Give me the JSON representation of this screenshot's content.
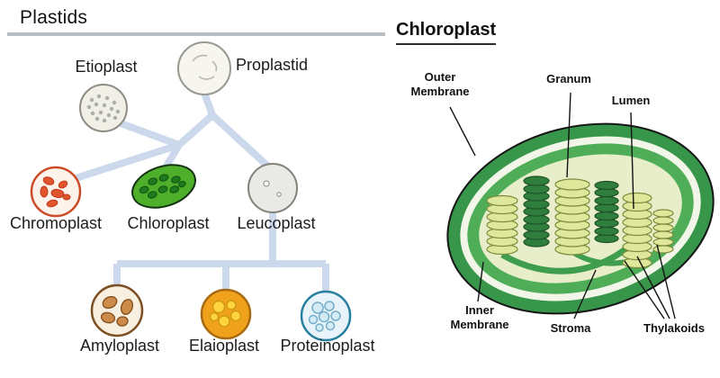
{
  "plastids": {
    "title": "Plastids",
    "nodes": {
      "etioplast": "Etioplast",
      "proplastid": "Proplastid",
      "chromoplast": "Chromoplast",
      "chloroplast": "Chloroplast",
      "leucoplast": "Leucoplast",
      "amyloplast": "Amyloplast",
      "elaioplast": "Elaioplast",
      "proteinoplast": "Proteinoplast"
    }
  },
  "chloroplast": {
    "title": "Chloroplast",
    "labels": {
      "outer_membrane": "Outer\nMembrane",
      "granum": "Granum",
      "lumen": "Lumen",
      "inner_membrane": "Inner\nMembrane",
      "stroma": "Stroma",
      "thylakoids": "Thylakoids"
    }
  },
  "colors": {
    "connector_blue": "#ccd8ec",
    "rule_gray": "#b8bdc2",
    "outer_membrane_green": "#37964a",
    "inner_membrane_green": "#4fad58",
    "stroma_pale": "#e8edca",
    "thylakoid_disk": "#dfe79a",
    "dark_granum": "#2f7e3b",
    "chromoplast_orange": "#e1552d",
    "elaioplast_amber": "#f0a21c",
    "elaioplast_yellow": "#ffd43c",
    "proteinoplast_blue": "#d3ebf5",
    "amyloplast_brown": "#cd8c4a",
    "chloroplast_node_green": "#4eb02a"
  }
}
